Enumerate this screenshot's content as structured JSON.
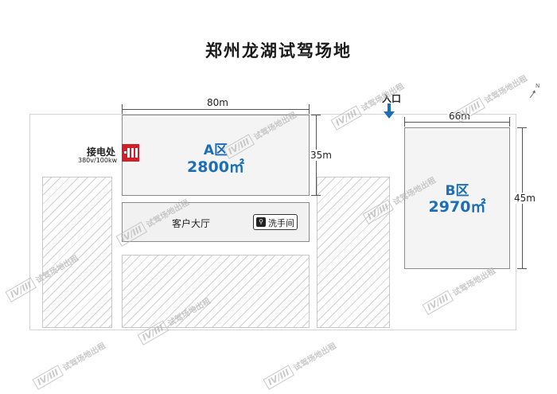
{
  "title": "郑州龙湖试驾场地",
  "zones": {
    "a": {
      "label": "A区",
      "area": "2800㎡"
    },
    "b": {
      "label": "B区",
      "area": "2970㎡"
    }
  },
  "dimensions": {
    "a_width": "80m",
    "a_height": "35m",
    "b_width": "66m",
    "b_height": "45m"
  },
  "lobby": {
    "label": "客户大厅",
    "restroom": "洗手间"
  },
  "power": {
    "label": "接电处",
    "spec": "380v/100kw"
  },
  "entrance": {
    "label": "入口"
  },
  "compass": "N",
  "watermark": {
    "badge": "IV/III",
    "text": "试驾场地出租"
  },
  "colors": {
    "zone_text": "#1e6eb4",
    "power_red": "#d0202a",
    "arrow_blue": "#1e6eb4"
  }
}
